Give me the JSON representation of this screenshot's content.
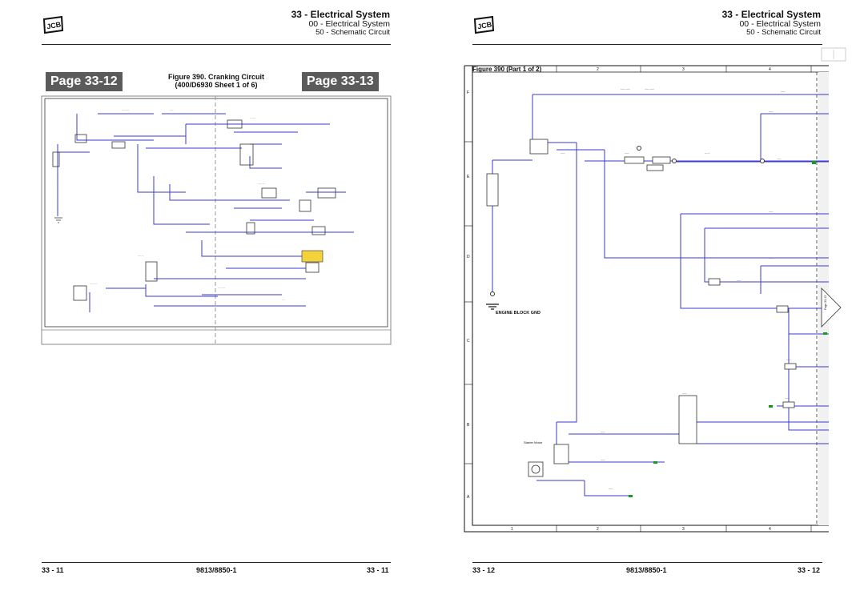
{
  "left_page": {
    "header": {
      "title": "33 - Electrical System",
      "subtitle": "00 - Electrical System",
      "section": "50 - Schematic Circuit"
    },
    "badges": {
      "left": "Page 33-12",
      "right": "Page 33-13"
    },
    "figure_title_line1": "Figure 390. Cranking Circuit",
    "figure_title_line2": "(400/D6930 Sheet 1 of 6)",
    "footer": {
      "left": "33 - 11",
      "center": "9813/8850-1",
      "right": "33 - 11"
    }
  },
  "right_page": {
    "header": {
      "title": "33 - Electrical System",
      "subtitle": "00 - Electrical System",
      "section": "50 - Schematic Circuit"
    },
    "figure_label": "Figure 390  (Part 1 of 2)",
    "column_numbers": [
      "1",
      "2",
      "3",
      "4"
    ],
    "row_letters": [
      "F",
      "E",
      "D",
      "C",
      "B",
      "A"
    ],
    "ground_label": "ENGINE BLOCK GND",
    "starter_label": "Starter Motor",
    "continue_label": "Page 33-13",
    "footer": {
      "left": "33 - 12",
      "center": "9813/8850-1",
      "right": "33 - 12"
    }
  },
  "brand": {
    "logo_text": "JCB"
  },
  "colors": {
    "wire": "#3a3ad0",
    "badge": "#5b5b5b",
    "highlight": "#f4d23c",
    "connector": "#1a9a1a"
  }
}
